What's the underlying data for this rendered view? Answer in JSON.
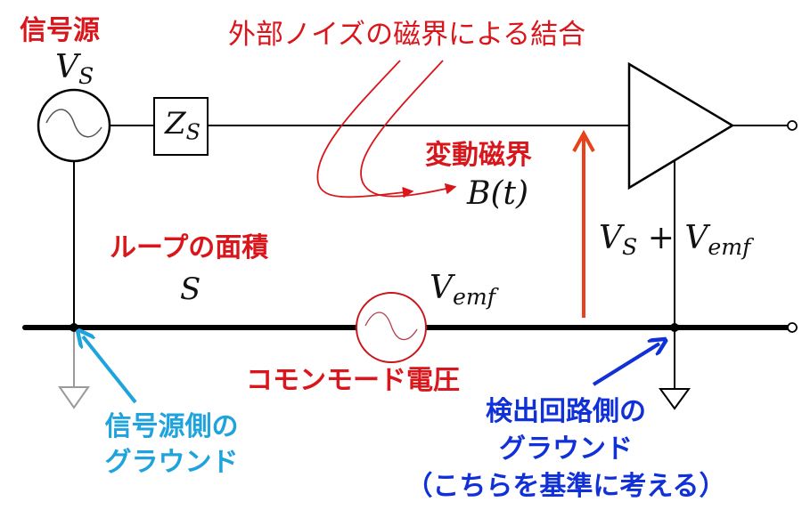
{
  "diagram": {
    "title_signal_source": "信号源",
    "signal_source_symbol": {
      "main": "V",
      "sub": "S"
    },
    "source_impedance_symbol": {
      "main": "Z",
      "sub": "S"
    },
    "noise_coupling_label": "外部ノイズの磁界による結合",
    "varying_field_label": "変動磁界",
    "varying_field_symbol": "B(t)",
    "loop_area_label": "ループの面積",
    "loop_area_symbol": "S",
    "emf_symbol": {
      "main": "V",
      "sub": "emf"
    },
    "common_mode_label": "コモンモード電圧",
    "output_voltage_symbol": {
      "vs_main": "V",
      "vs_sub": "S",
      "plus": "+",
      "emf_main": "V",
      "emf_sub": "emf"
    },
    "source_ground_label": {
      "line1": "信号源側の",
      "line2": "グラウンド"
    },
    "detector_ground_label": {
      "line1": "検出回路側の",
      "line2": "グラウンド",
      "line3": "（こちらを基準に考える）"
    },
    "colors": {
      "red_label": "#d9161c",
      "orange_arrow": "#e8421c",
      "cyan_label": "#1fa3dc",
      "blue_label": "#1030d8",
      "wire": "#000000",
      "ground_source": "#9a9a9a"
    }
  }
}
